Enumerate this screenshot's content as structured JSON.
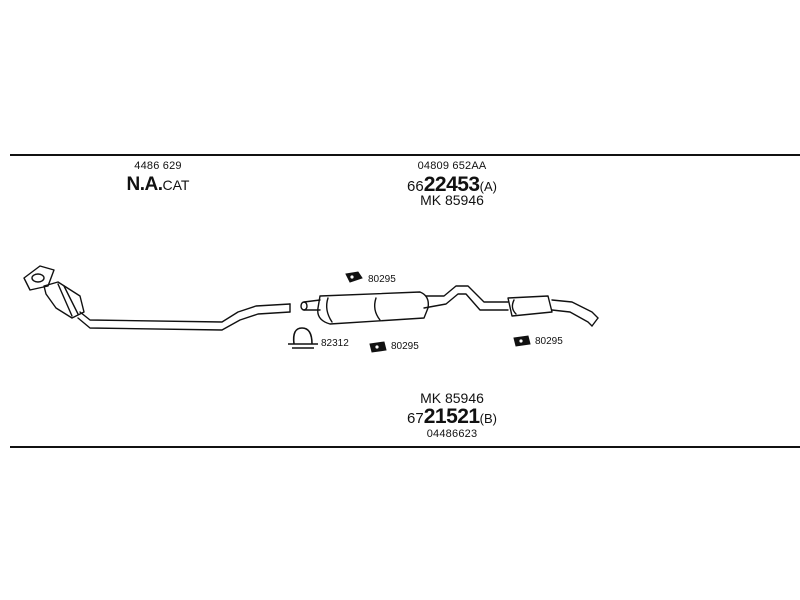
{
  "top_left": {
    "part_no": "4486 629",
    "title_bold": "N.A.",
    "title_rest": "CAT"
  },
  "top_mid": {
    "part_no": "04809 652AA",
    "code_prefix": "66",
    "code_bold": "22453",
    "code_suffix": "(A)",
    "kit": "MK  85946"
  },
  "bottom_mid": {
    "kit": "MK  85946",
    "code_prefix": "67",
    "code_bold": "21521",
    "code_suffix": "(B)",
    "part_no": "04486623"
  },
  "clips": {
    "c1": "80295",
    "c2": "82312",
    "c3": "80295",
    "c4": "80295"
  }
}
